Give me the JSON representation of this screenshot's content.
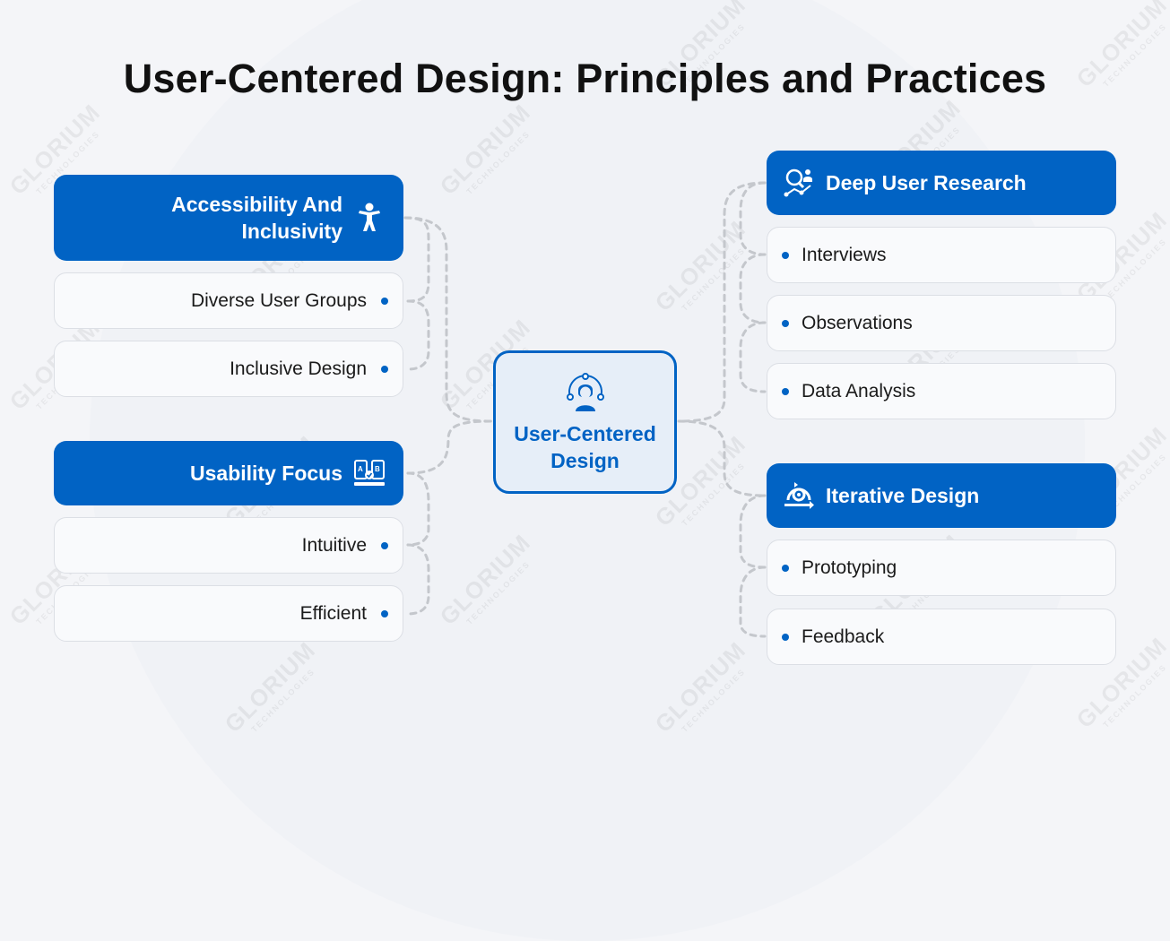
{
  "title": "User-Centered Design: Principles and Practices",
  "watermark": {
    "brand": "GLORIUM",
    "sub": "TECHNOLOGIES"
  },
  "colors": {
    "accent": "#0163c4",
    "item_bg": "#f9fafc",
    "item_border": "#dcdfe5",
    "connector": "#c4c7cc"
  },
  "center": {
    "label_line1": "User-Centered",
    "label_line2": "Design",
    "icon": "user-orbit-icon"
  },
  "left": [
    {
      "heading_line1": "Accessibility And",
      "heading_line2": "Inclusivity",
      "icon": "accessibility-person-icon",
      "items": [
        "Diverse User Groups",
        "Inclusive Design"
      ]
    },
    {
      "heading_line1": "Usability Focus",
      "icon": "ab-testing-icon",
      "items": [
        "Intuitive",
        "Efficient"
      ]
    }
  ],
  "right": [
    {
      "heading_line1": "Deep User Research",
      "icon": "research-magnifier-icon",
      "items": [
        "Interviews",
        "Observations",
        "Data Analysis"
      ]
    },
    {
      "heading_line1": "Iterative Design",
      "icon": "iteration-cycle-icon",
      "items": [
        "Prototyping",
        "Feedback"
      ]
    }
  ]
}
